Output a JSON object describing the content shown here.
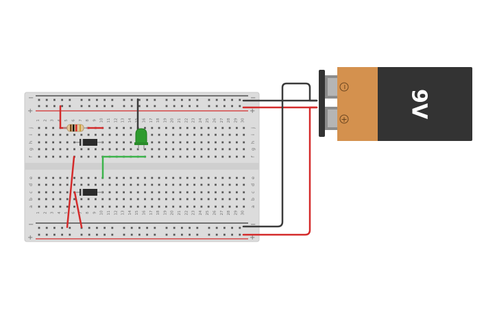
{
  "breadboard": {
    "column_count": 30,
    "rows_top": [
      "j",
      "i",
      "h",
      "g",
      "f"
    ],
    "rows_bottom": [
      "e",
      "d",
      "c",
      "b",
      "a"
    ],
    "rail_minus_symbol": "−",
    "rail_plus_symbol": "+"
  },
  "battery": {
    "voltage_label": "9V",
    "terminal_minus_symbol": "−",
    "terminal_plus_symbol": "+",
    "body_color": "#333333",
    "label_color": "#d4914e"
  },
  "components": {
    "resistor": "resistor",
    "diode_1": "diode",
    "diode_2": "diode",
    "led_color": "#2e9b2e"
  },
  "wire_colors": {
    "red": "#d42a2a",
    "black": "#3a3a3a",
    "green": "#3cb44b"
  }
}
